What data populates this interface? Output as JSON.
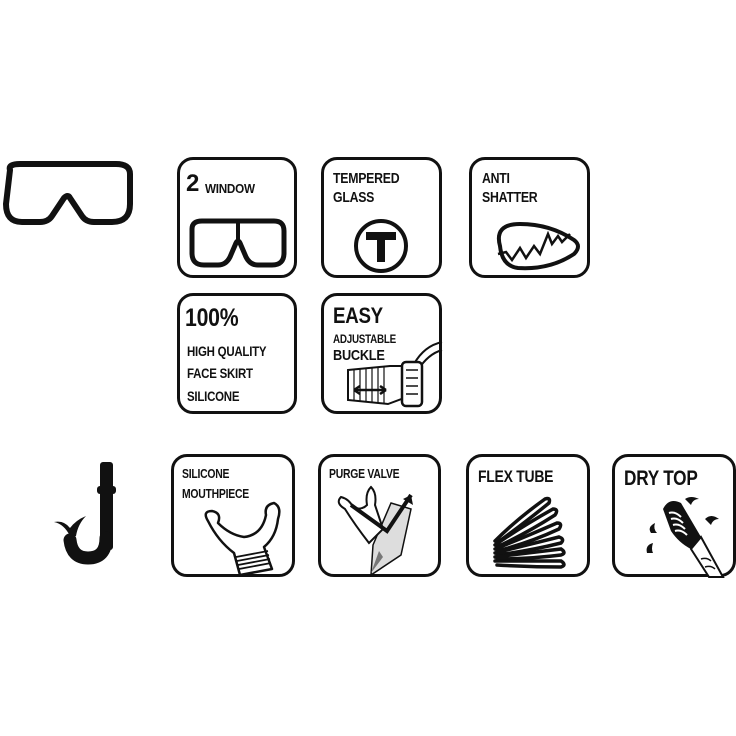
{
  "colors": {
    "ink": "#111111",
    "background": "#ffffff"
  },
  "mask": {
    "icon": "dive-mask-icon",
    "features": [
      {
        "id": "2-window",
        "icon": "two-window-mask-icon",
        "big": "2",
        "small": "WINDOW"
      },
      {
        "id": "tempered-glass",
        "icon": "tempered-glass-t-icon",
        "line1": "TEMPERED",
        "line2": "GLASS",
        "glyph": "T"
      },
      {
        "id": "anti-shatter",
        "icon": "shatter-lens-icon",
        "line1": "ANTI",
        "line2": "SHATTER"
      },
      {
        "id": "silicone-skirt",
        "big": "100%",
        "line1": "HIGH QUALITY",
        "line2": "FACE SKIRT",
        "line3": "SILICONE"
      },
      {
        "id": "easy-buckle",
        "icon": "adjustable-buckle-icon",
        "big": "EASY",
        "line1": "ADJUSTABLE",
        "line2": "BUCKLE"
      }
    ]
  },
  "snorkel": {
    "icon": "snorkel-icon",
    "features": [
      {
        "id": "silicone-mouthpiece",
        "icon": "mouthpiece-icon",
        "line1": "SILICONE",
        "line2": "MOUTHPIECE"
      },
      {
        "id": "purge-valve",
        "icon": "purge-valve-icon",
        "line1": "PURGE VALVE"
      },
      {
        "id": "flex-tube",
        "icon": "flex-tube-icon",
        "line1": "FLEX TUBE"
      },
      {
        "id": "dry-top",
        "icon": "dry-top-icon",
        "line1": "DRY TOP"
      }
    ]
  }
}
